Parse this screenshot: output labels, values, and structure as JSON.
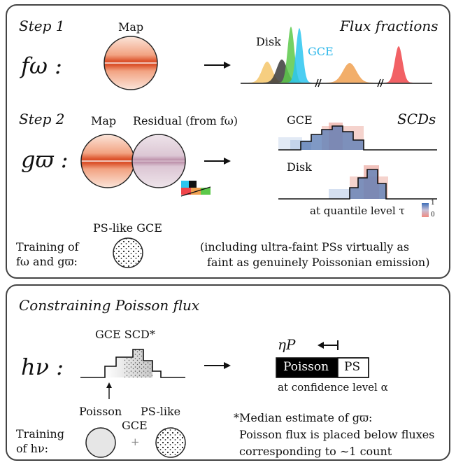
{
  "step1": {
    "title": "Step 1",
    "map_label": "Map",
    "symbol": "fω :",
    "flux_fractions_label": "Flux fractions",
    "disk_label": "Disk",
    "gce_label": "GCE",
    "peaks": [
      {
        "color": "#f5c56a"
      },
      {
        "color": "#3a3a3a"
      },
      {
        "color": "#5cc94a"
      },
      {
        "color": "#2bc6f0"
      },
      {
        "color": "#f0a050"
      },
      {
        "color": "#f0454a"
      }
    ]
  },
  "step2": {
    "title": "Step 2",
    "map_label": "Map",
    "residual_label": "Residual (from fω)",
    "symbol": "gϖ :",
    "scds_label": "SCDs",
    "gce_label": "GCE",
    "disk_label": "Disk",
    "quantile_text": "at quantile level τ",
    "colorbar_top": "1",
    "colorbar_bottom": "0"
  },
  "training_top": {
    "line1": "Training of",
    "line2": "fω and gϖ:",
    "pslike_label": "PS-like GCE",
    "note_line1": "(including ultra-faint PSs virtually as",
    "note_line2": "faint as genuinely Poissonian emission)"
  },
  "bottom": {
    "title": "Constraining Poisson flux",
    "symbol": "hν :",
    "gce_scd_label": "GCE SCD*",
    "eta_label": "ηP",
    "bar_poisson": "Poisson",
    "bar_ps": "PS",
    "confidence_text": "at confidence level α",
    "poisson_label": "Poisson",
    "pslike_label": "PS-like",
    "gce_label": "GCE",
    "plus": "+",
    "training_line1": "Training",
    "training_line2": "of hν:",
    "footnote_line1": "*Median estimate of gϖ:",
    "footnote_line2": "Poisson flux is placed below fluxes",
    "footnote_line3": "corresponding to ∼1 count"
  }
}
